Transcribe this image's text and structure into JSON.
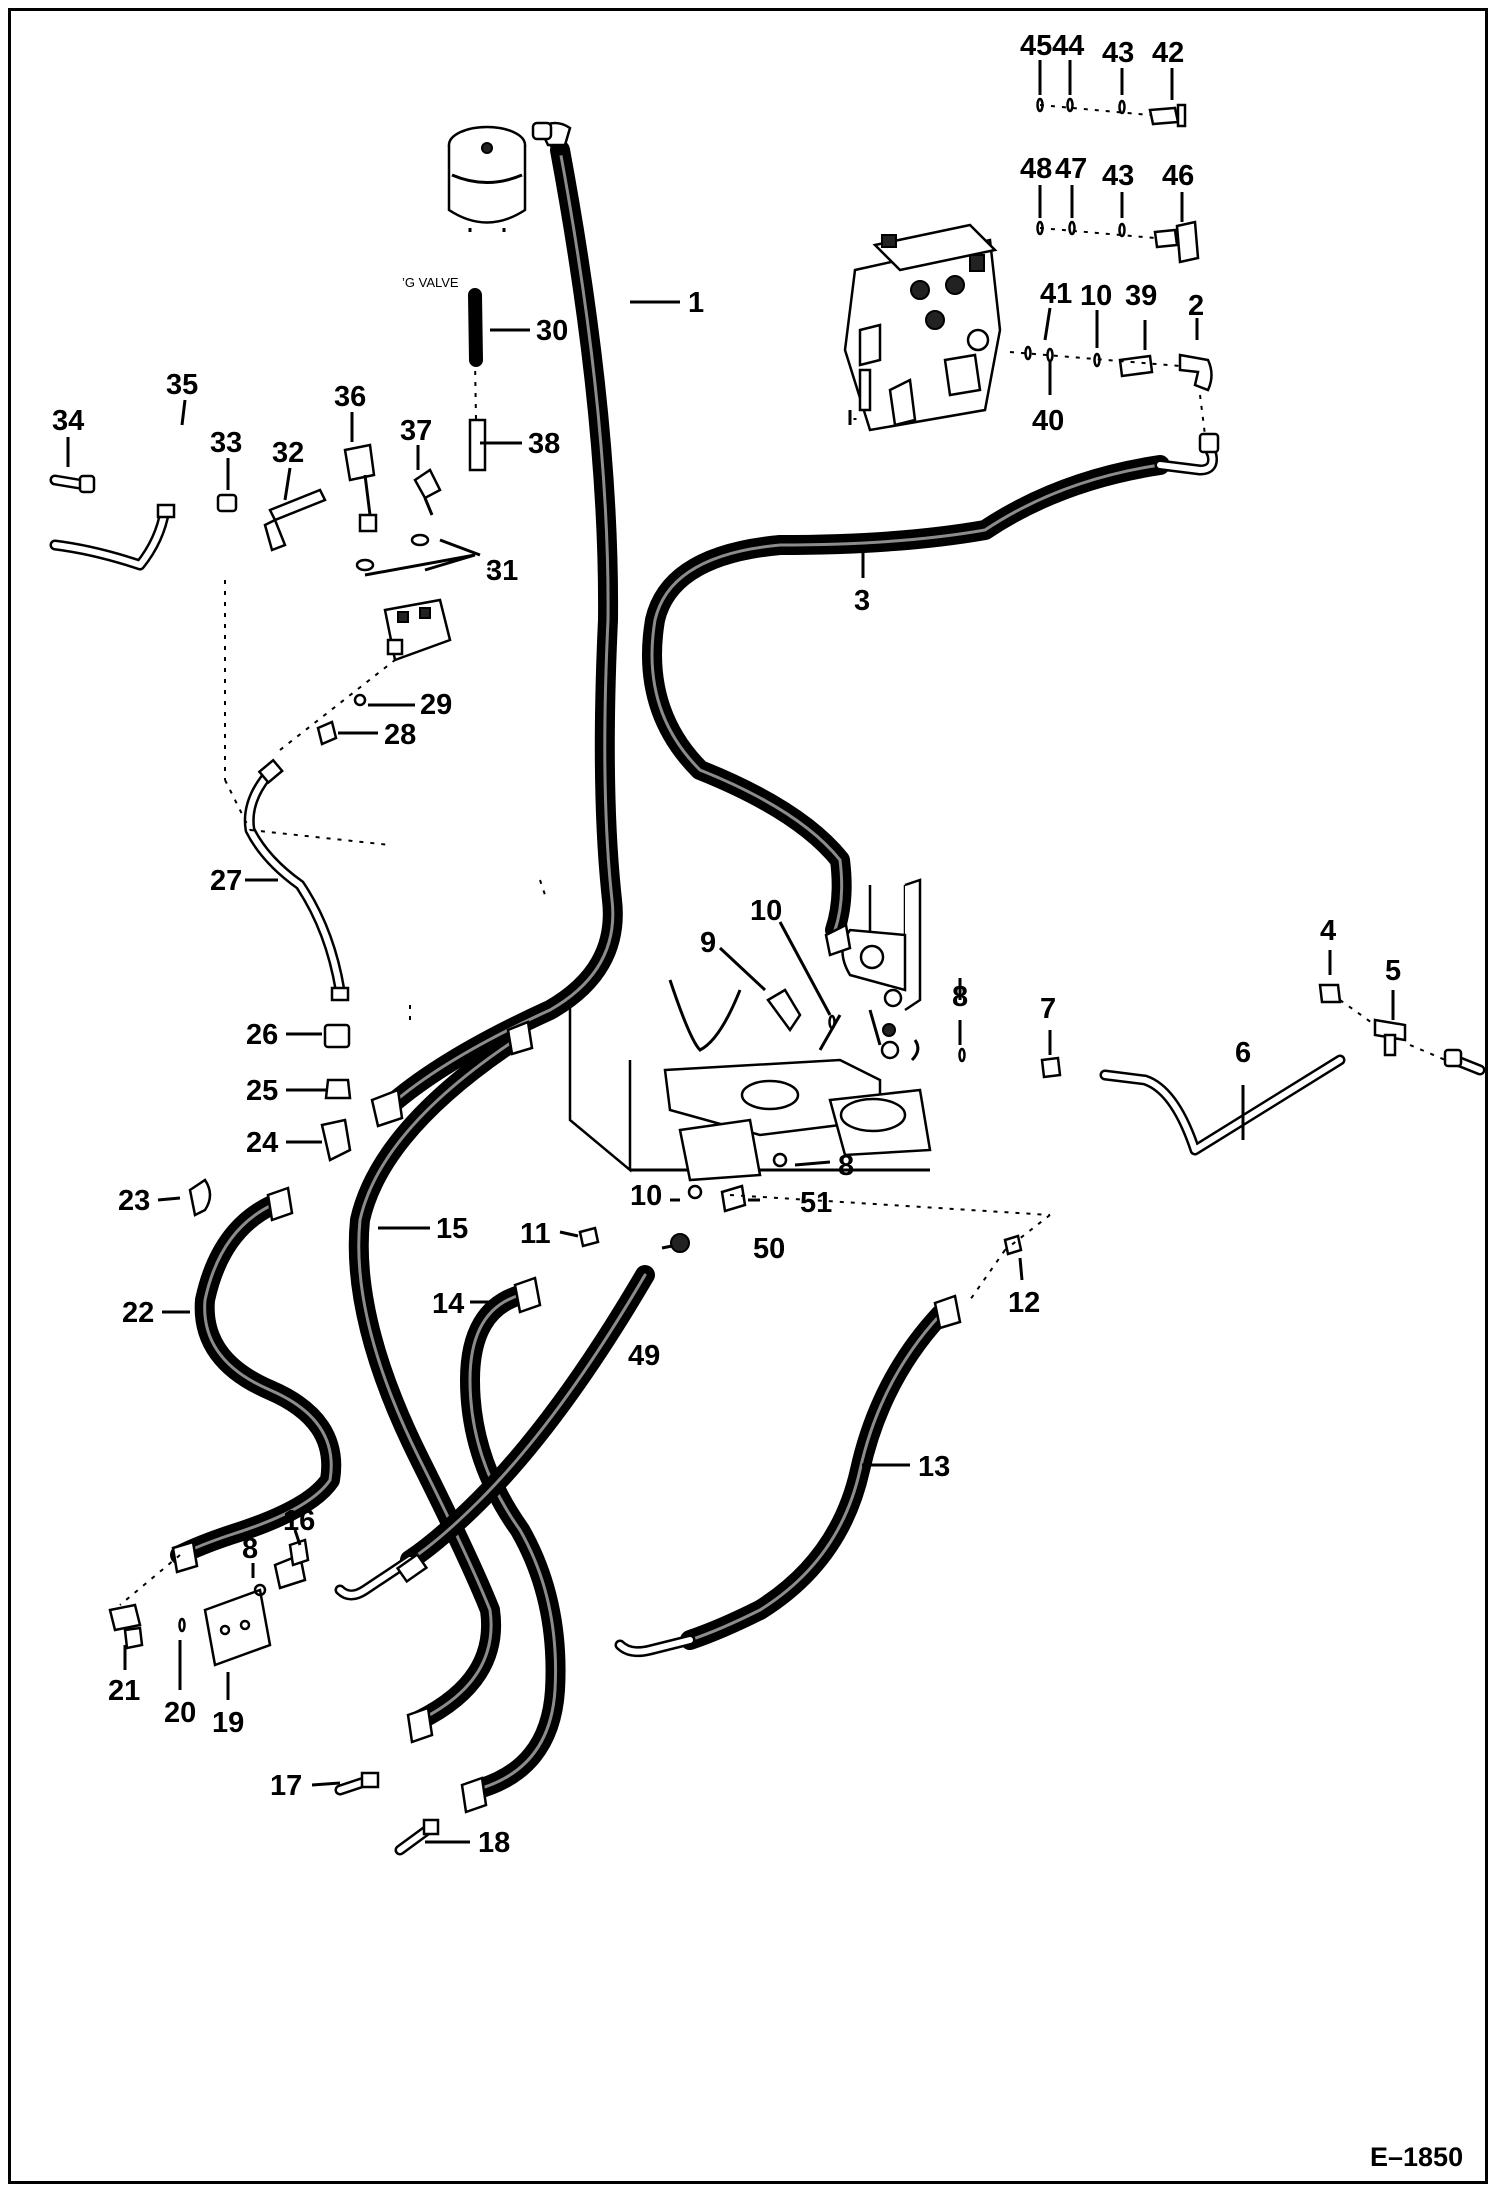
{
  "diagram": {
    "figure_code": "E–1850",
    "valve_text": "’G VALVE",
    "labels": [
      "1",
      "2",
      "3",
      "4",
      "5",
      "6",
      "7",
      "8",
      "8",
      "8",
      "9",
      "10",
      "10",
      "10",
      "11",
      "12",
      "13",
      "14",
      "15",
      "16",
      "17",
      "18",
      "19",
      "20",
      "21",
      "22",
      "23",
      "24",
      "25",
      "26",
      "27",
      "28",
      "29",
      "30",
      "31",
      "32",
      "33",
      "34",
      "35",
      "36",
      "37",
      "38",
      "39",
      "40",
      "41",
      "42",
      "43",
      "43",
      "44",
      "45",
      "46",
      "47",
      "48",
      "49",
      "50",
      "51"
    ]
  }
}
